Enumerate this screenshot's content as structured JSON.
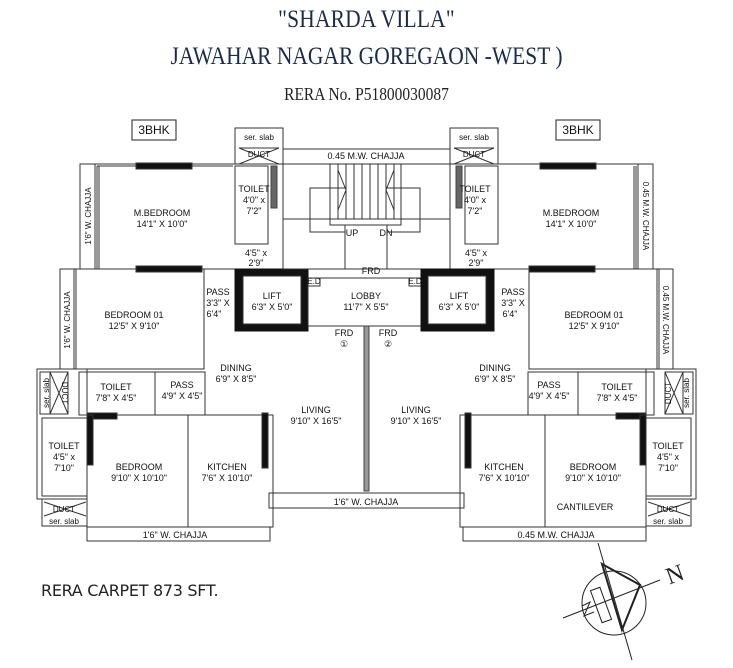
{
  "header": {
    "project_name": "\"SHARDA VILLA\"",
    "location": "JAWAHAR NAGAR GOREGAON -WEST )",
    "rera_number": "RERA No. P51800030087"
  },
  "footer": {
    "carpet_area": "RERA CARPET 873 SFT."
  },
  "compass": {
    "north_label": "N"
  },
  "common": {
    "chajja_top": "0.45 M.W. CHAJJA",
    "chajja_bottom_center": "1'6\" W. CHAJJA",
    "stair_up": "UP",
    "stair_down": "DN",
    "frd_top": "FRD",
    "lobby": {
      "name": "LOBBY",
      "size": "11'7\" X 5'5\""
    },
    "frd1": {
      "name": "FRD",
      "number": "①"
    },
    "frd2": {
      "name": "FRD",
      "number": "②"
    },
    "ed_left": "E.D",
    "ed_right": "E.D"
  },
  "units": [
    {
      "type_badge": "3BHK",
      "rooms": {
        "master_bedroom": {
          "name": "M.BEDROOM",
          "size": "14'1\" X 10'0\""
        },
        "toilet_top": {
          "name": "TOILET",
          "w": "4'0\" x",
          "h": "7'2\""
        },
        "passage_top": {
          "w": "4'5\" x",
          "h": "2'9\""
        },
        "bedroom01": {
          "name": "BEDROOM 01",
          "size": "12'5\" X 9'10\""
        },
        "pass1": {
          "name": "PASS",
          "w": "3'3\" X",
          "h": "6'4\""
        },
        "lift": {
          "name": "LIFT",
          "size": "6'3\" X 5'0\""
        },
        "dining": {
          "name": "DINING",
          "size": "6'9\" X 8'5\""
        },
        "toilet_mid": {
          "name": "TOILET",
          "size": "7'8\" X 4'5\""
        },
        "pass2": {
          "name": "PASS",
          "size": "4'9\" X 4'5\""
        },
        "living": {
          "name": "LIVING",
          "size": "9'10\" X 16'5\""
        },
        "toilet_side": {
          "name": "TOILET",
          "w": "4'5\" x",
          "h": "7'10\""
        },
        "bedroom": {
          "name": "BEDROOM",
          "size": "9'10\" X 10'10\""
        },
        "kitchen": {
          "name": "KITCHEN",
          "size": "7'6\" X 10'10\""
        }
      },
      "duct_top": "DUCT",
      "slab_top": "ser. slab",
      "duct_side": "DUCT",
      "slab_side": "ser. slab",
      "duct_bottom": "DUCT",
      "slab_bottom": "ser. slab",
      "chajja_side": "1'6\" W. CHAJJA",
      "chajja_side2": "1'6\" W. CHAJJA",
      "chajja_bottom": "1'6\" W. CHAJJA"
    },
    {
      "type_badge": "3BHK",
      "rooms": {
        "master_bedroom": {
          "name": "M.BEDROOM",
          "size": "14'1\" X 10'0\""
        },
        "toilet_top": {
          "name": "TOILET",
          "w": "4'0\" x",
          "h": "7'2\""
        },
        "passage_top": {
          "w": "4'5\" x",
          "h": "2'9\""
        },
        "bedroom01": {
          "name": "BEDROOM 01",
          "size": "12'5\" X 9'10\""
        },
        "pass1": {
          "name": "PASS",
          "w": "3'3\" X",
          "h": "6'4\""
        },
        "lift": {
          "name": "LIFT",
          "size": "6'3\" X 5'0\""
        },
        "dining": {
          "name": "DINING",
          "size": "6'9\" X 8'5\""
        },
        "toilet_mid": {
          "name": "TOILET",
          "size": "7'8\" X 4'5\""
        },
        "pass2": {
          "name": "PASS",
          "size": "4'9\" X 4'5\""
        },
        "living": {
          "name": "LIVING",
          "size": "9'10\" X 16'5\""
        },
        "toilet_side": {
          "name": "TOILET",
          "w": "4'5\" x",
          "h": "7'10\""
        },
        "bedroom": {
          "name": "BEDROOM",
          "size": "9'10\" X 10'10\""
        },
        "kitchen": {
          "name": "KITCHEN",
          "size": "7'6\" X 10'10\""
        },
        "cantilever": "CANTILEVER"
      },
      "duct_top": "DUCT",
      "slab_top": "ser. slab",
      "duct_side": "DUCT",
      "slab_side": "ser. slab",
      "duct_bottom": "DUCT",
      "slab_bottom": "ser. slab",
      "chajja_side": "0.45 M.W. CHAJJA",
      "chajja_side2": "0.45 M.W. CHAJJA",
      "chajja_bottom": "0.45 M.W. CHAJJA"
    }
  ]
}
